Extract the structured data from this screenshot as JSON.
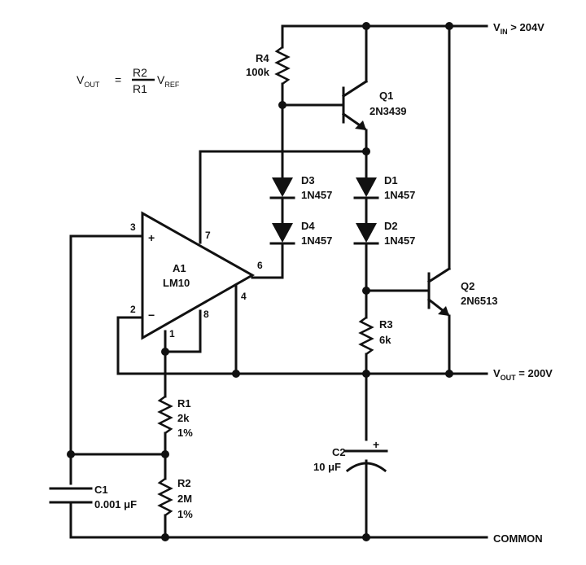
{
  "formula": {
    "lhs": "V",
    "lhs_sub": "OUT",
    "eq": "=",
    "num": "R2",
    "den": "R1",
    "rhs": "V",
    "rhs_sub": "REF"
  },
  "rails": {
    "vin_main": "V",
    "vin_sub": "IN",
    "vin_rest": " > 204V",
    "vout_main": "V",
    "vout_sub": "OUT",
    "vout_rest": " = 200V",
    "common": "COMMON"
  },
  "opamp": {
    "name": "A1",
    "part": "LM10",
    "plus": "+",
    "minus": "−",
    "pins": {
      "p3": "3",
      "p2": "2",
      "p7": "7",
      "p6": "6",
      "p4": "4",
      "p8": "8",
      "p1": "1"
    }
  },
  "components": {
    "r4_name": "R4",
    "r4_val": "100k",
    "q1_name": "Q1",
    "q1_part": "2N3439",
    "d3_name": "D3",
    "d3_part": "1N457",
    "d4_name": "D4",
    "d4_part": "1N457",
    "d1_name": "D1",
    "d1_part": "1N457",
    "d2_name": "D2",
    "d2_part": "1N457",
    "q2_name": "Q2",
    "q2_part": "2N6513",
    "r3_name": "R3",
    "r3_val": "6k",
    "r1_name": "R1",
    "r1_val": "2k",
    "r1_tol": "1%",
    "r2_name": "R2",
    "r2_val": "2M",
    "r2_tol": "1%",
    "c1_name": "C1",
    "c1_val": "0.001 μF",
    "c2_name": "C2",
    "c2_val": "10 μF",
    "c2_plus": "+"
  }
}
